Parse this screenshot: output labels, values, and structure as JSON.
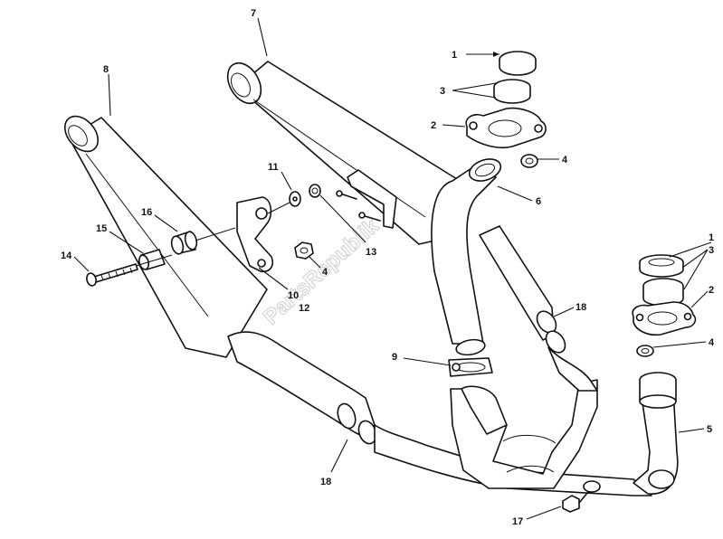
{
  "watermark": "PartsRepublik",
  "callouts": {
    "c1a": "1",
    "c3a": "3",
    "c2a": "2",
    "c4a": "4",
    "c6": "6",
    "c7": "7",
    "c8": "8",
    "c11": "11",
    "c16": "16",
    "c15": "15",
    "c14": "14",
    "c13": "13",
    "c4b": "4",
    "c10": "10",
    "c12": "12",
    "c1b": "1",
    "c3b": "3",
    "c2b": "2",
    "c4c": "4",
    "c18a": "18",
    "c9": "9",
    "c5": "5",
    "c18b": "18",
    "c17": "17"
  }
}
